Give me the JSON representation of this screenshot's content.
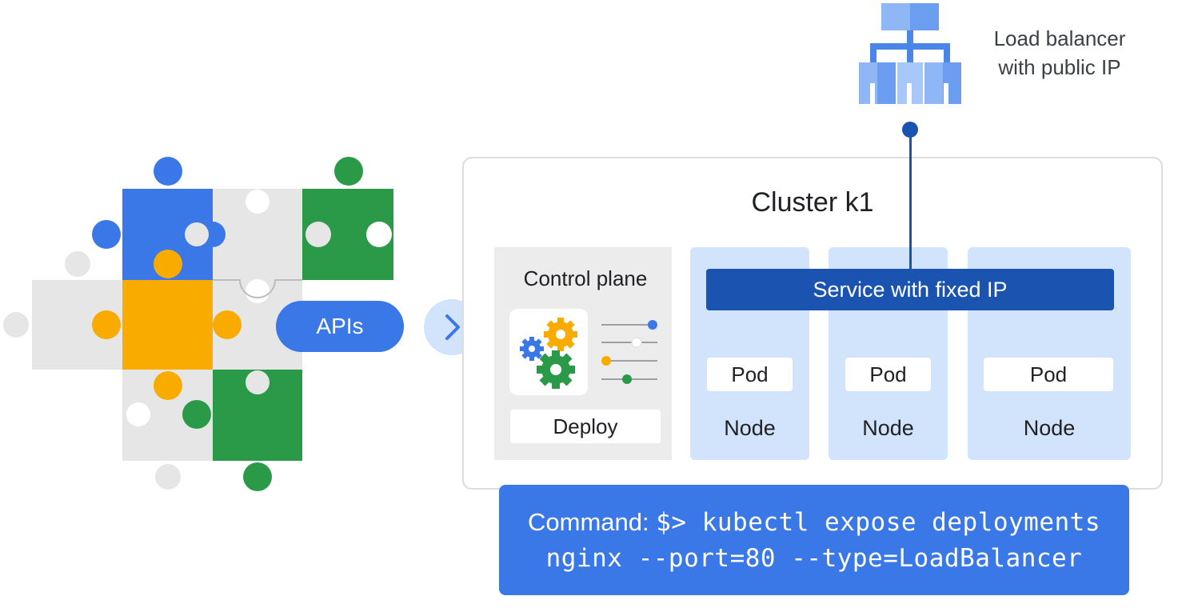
{
  "apis_label": "APIs",
  "load_balancer": {
    "line1": "Load balancer",
    "line2": "with public IP"
  },
  "cluster": {
    "title": "Cluster k1"
  },
  "control_plane": {
    "title": "Control plane",
    "deploy_label": "Deploy"
  },
  "service_label": "Service with fixed IP",
  "nodes": [
    {
      "label": "Node",
      "pod": "Pod"
    },
    {
      "label": "Node",
      "pod": "Pod"
    },
    {
      "label": "Node",
      "pod": "Pod"
    }
  ],
  "command": {
    "label": "Command:",
    "line1_code": "$> kubectl expose deployments",
    "line2_code": "nginx --port=80 --type=LoadBalancer"
  },
  "colors": {
    "blue": "#3b78e7",
    "dark_blue": "#1a53b0",
    "light_blue": "#d2e3fc",
    "green": "#2a9a48",
    "yellow": "#f9ab00",
    "gray": "#e6e6e6",
    "icon_blue": "#4a86e8"
  },
  "icons": [
    "puzzle-icon",
    "chevron-right-icon",
    "load-balancer-icon",
    "gears-icon",
    "sliders-icon"
  ]
}
